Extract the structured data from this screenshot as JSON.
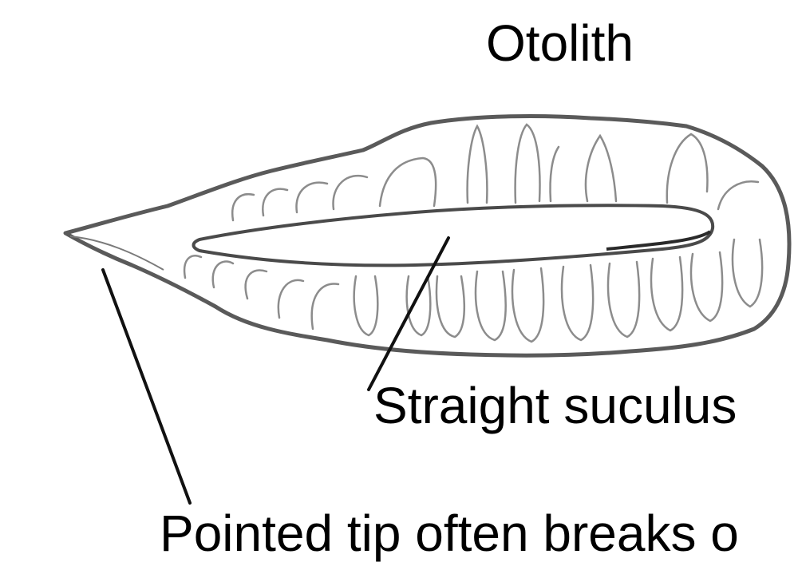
{
  "diagram": {
    "title": "Otolith",
    "labels": {
      "sulcus": "Straight suculus",
      "tip": "Pointed tip often breaks o"
    }
  },
  "colors": {
    "outline": "#5a5a5a",
    "ridge": "#8c8c8c",
    "leader": "#111111",
    "text": "#000000"
  }
}
